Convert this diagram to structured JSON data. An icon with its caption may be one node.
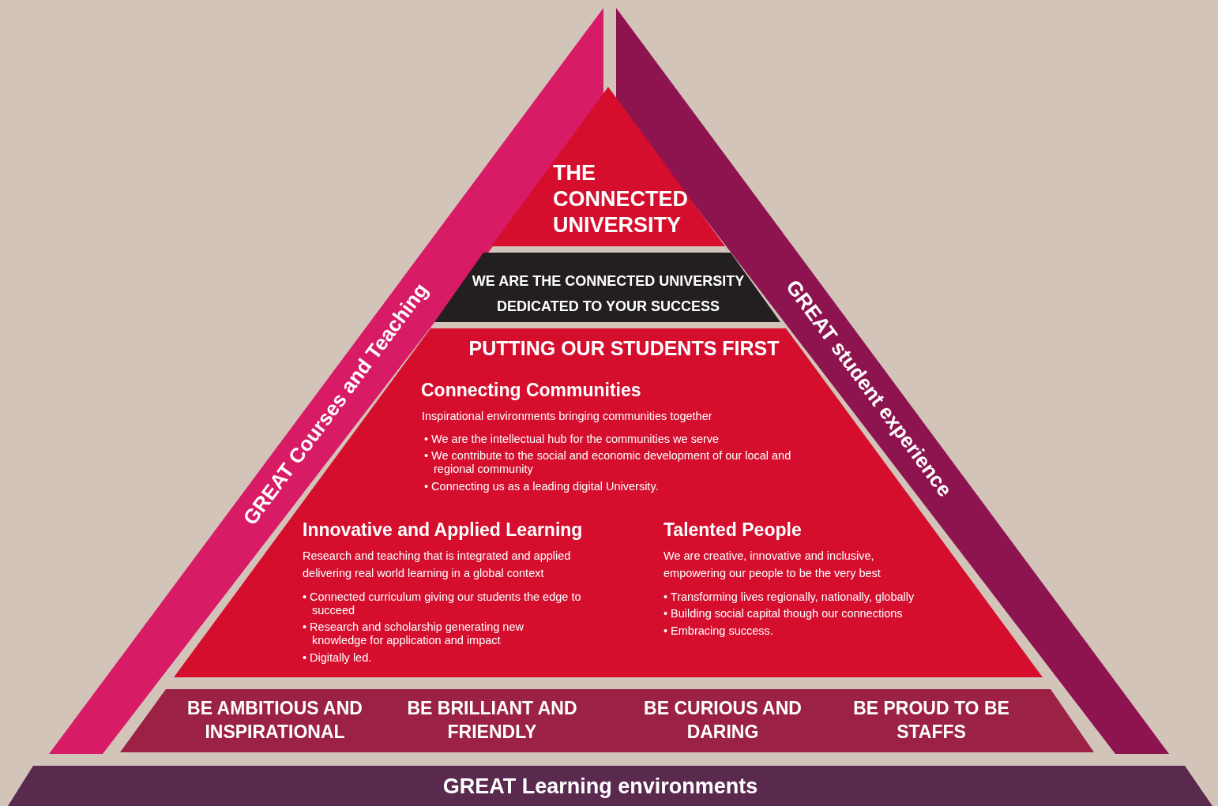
{
  "diagram": {
    "nodes": [
      {
        "text": [
          "GREAT Courses and Teaching"
        ]
      },
      {
        "text": [
          "GREAT student experience"
        ]
      },
      {
        "text": [
          "THE CONNECTED UNIVERSITY"
        ]
      },
      {
        "text": [
          "WE ARE THE CONNECTED UNIVERSITY DEDICATED TO YOUR SUCCESS"
        ]
      },
      {
        "text": [
          "PUTTING OUR STUDENTS FIRST",
          "Connecting Communities",
          "Inspirational environments bringing communities together",
          "• We are the intellectual hub for the communities we serve",
          "• We contribute to the social and economic development of our local and regional community",
          "• Connecting us as a leading digital University.",
          "Innovative and Applied Learning",
          "Research and teaching that is integrated and applied delivering real world learning in a global context",
          "• Connected curriculum giving our students the edge to succeed",
          "• Research and scholarship generating new knowledge for application and impact",
          "• Digitally led.",
          "Talented People",
          "We are creative, innovative and inclusive, empowering our people to be the very best",
          "• Transforming lives regionally, nationally, globally",
          "• Building social capital though our connections",
          "• Embracing success."
        ]
      },
      {
        "text": [
          "BE AMBITIOUS AND INSPIRATIONAL",
          "BE BRILLIANT AND FRIENDLY",
          "BE CURIOUS AND DARING",
          "BE PROUD TO BE STAFFS"
        ]
      },
      {
        "text": [
          "GREAT Learning environments"
        ]
      }
    ]
  }
}
